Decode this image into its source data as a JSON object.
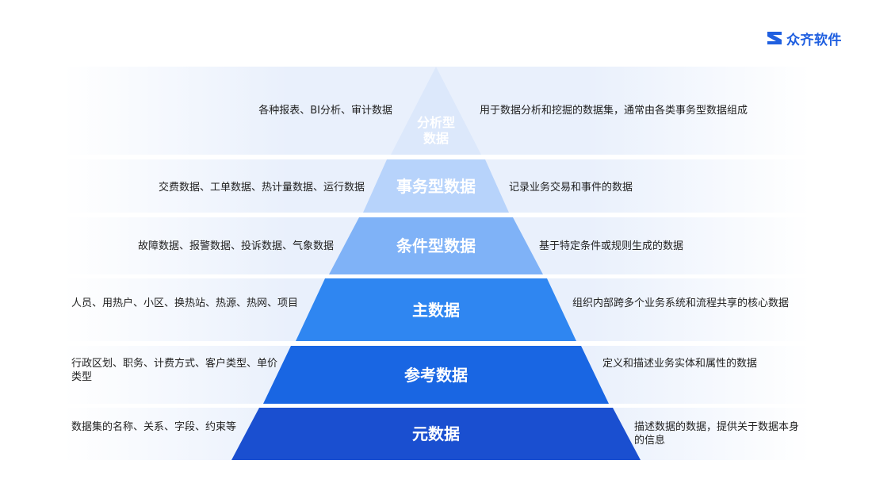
{
  "logo": {
    "name": "众齐软件",
    "color": "#1f5fe0"
  },
  "layers": [
    {
      "label": "分析型\n数据",
      "left": "各种报表、BI分析、审计数据",
      "right": "用于数据分析和挖掘的数据集，通常由各类事务型数据组成",
      "color": "#dce8fb"
    },
    {
      "label": "事务型数据",
      "left": "交费数据、工单数据、热计量数据、运行数据",
      "right": "记录业务交易和事件的数据",
      "color": "#b7d3fb"
    },
    {
      "label": "条件型数据",
      "left": "故障数据、报警数据、投诉数据、气象数据",
      "right": "基于特定条件或规则生成的数据",
      "color": "#7fb2f7"
    },
    {
      "label": "主数据",
      "left": "人员、用热户、小区、换热站、热源、热网、项目",
      "right": "组织内部跨多个业务系统和流程共享的核心数据",
      "color": "#2f86f1"
    },
    {
      "label": "参考数据",
      "left": "行政区划、职务、计费方式、客户类型、单价类型",
      "right": "定义和描述业务实体和属性的数据",
      "color": "#1966e3"
    },
    {
      "label": "元数据",
      "left": "数据集的名称、关系、字段、约束等",
      "right": "描述数据的数据，提供关于数据本身的信息",
      "color": "#1a4fd0"
    }
  ]
}
